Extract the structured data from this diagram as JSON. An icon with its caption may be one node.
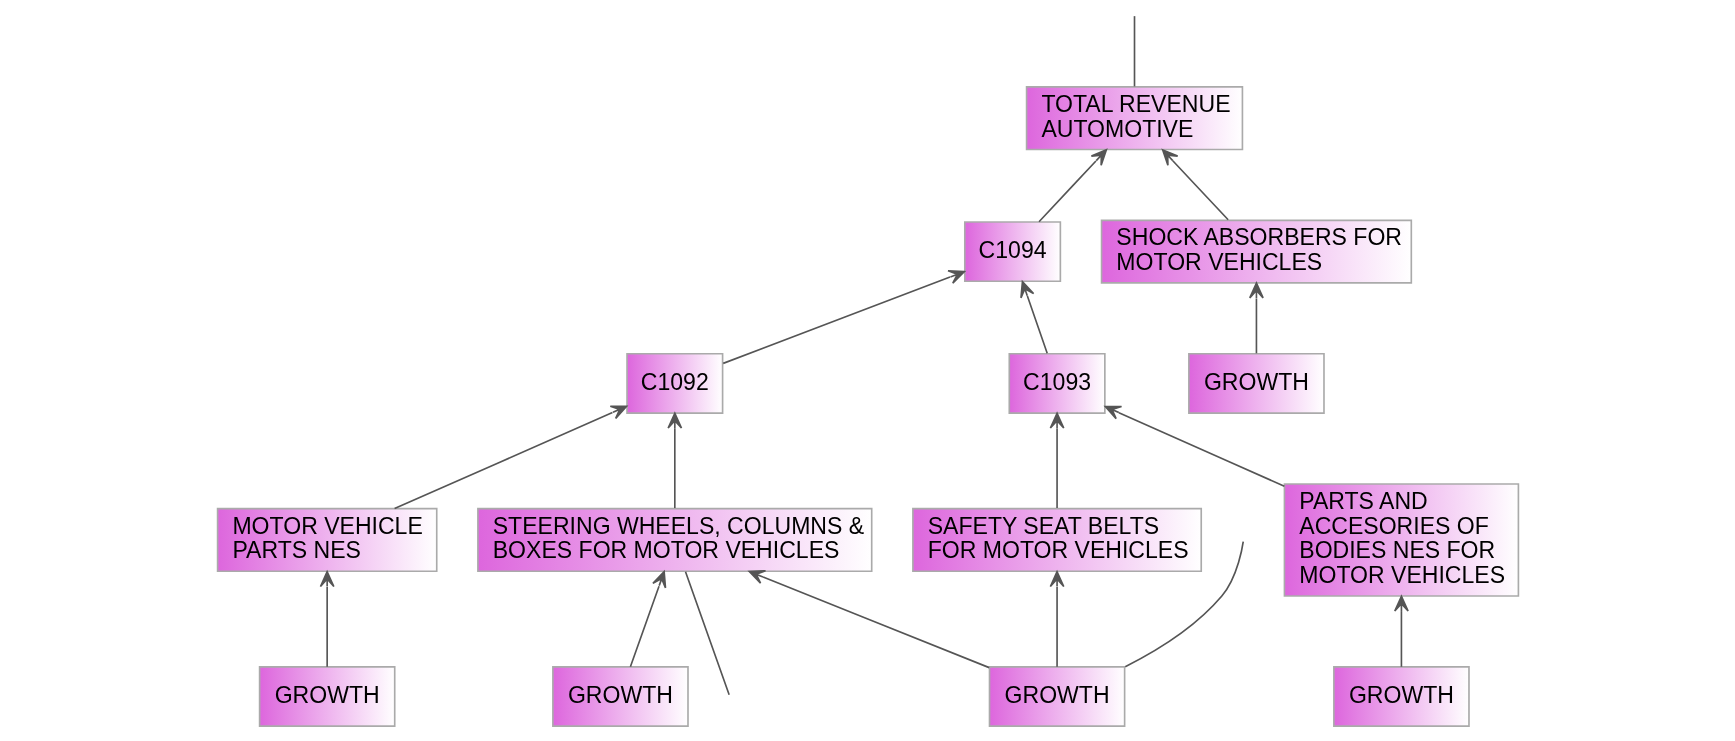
{
  "diagram": {
    "nodes": [
      {
        "text": [
          "TOTAL REVENUE AUTOMOTIVE"
        ]
      },
      {
        "text": [
          "C1094"
        ]
      },
      {
        "text": [
          "C1092"
        ]
      },
      {
        "text": [
          "C1093"
        ]
      },
      {
        "text": [
          "MOTOR VEHICLE PARTS NES"
        ]
      },
      {
        "text": [
          "STEERING WHEELS, COLUMNS & BOXES FOR MOTOR VEHICLES"
        ]
      },
      {
        "text": [
          "SAFETY SEAT BELTS FOR MOTOR VEHICLES"
        ]
      },
      {
        "text": [
          "PARTS AND ACCESORIES OF BODIES NES FOR MOTOR VEHICLES"
        ]
      },
      {
        "text": [
          "SHOCK ABSORBERS FOR MOTOR VEHICLES"
        ]
      },
      {
        "text": [
          "GROWTH"
        ]
      },
      {
        "text": [
          "GROWTH"
        ]
      },
      {
        "text": [
          "GROWTH"
        ]
      },
      {
        "text": [
          "GROWTH"
        ]
      },
      {
        "text": [
          "GROWTH"
        ]
      }
    ],
    "edges": [
      {
        "from": 1,
        "to": 0,
        "arrow": "to"
      },
      {
        "from": 2,
        "to": 1,
        "arrow": "to"
      },
      {
        "from": 3,
        "to": 1,
        "arrow": "to"
      },
      {
        "from": 4,
        "to": 2,
        "arrow": "to"
      },
      {
        "from": 5,
        "to": 2,
        "arrow": "to"
      },
      {
        "from": 6,
        "to": 3,
        "arrow": "to"
      },
      {
        "from": 7,
        "to": 3,
        "arrow": "to"
      },
      {
        "from": 8,
        "to": 0,
        "arrow": "to"
      },
      {
        "from": 9,
        "to": 4,
        "arrow": "to"
      },
      {
        "from": 10,
        "to": 5,
        "arrow": "to"
      },
      {
        "from": 11,
        "to": 5,
        "arrow": "to"
      },
      {
        "from": 11,
        "to": 6,
        "arrow": "to"
      },
      {
        "from": 12,
        "to": 7,
        "arrow": "to"
      },
      {
        "from": 13,
        "to": 8,
        "arrow": "to"
      },
      {
        "from": null,
        "to": 5,
        "arrow": "none"
      },
      {
        "from": 11,
        "to": null,
        "arrow": "none"
      },
      {
        "from": 0,
        "to": null,
        "arrow": "none"
      }
    ]
  }
}
